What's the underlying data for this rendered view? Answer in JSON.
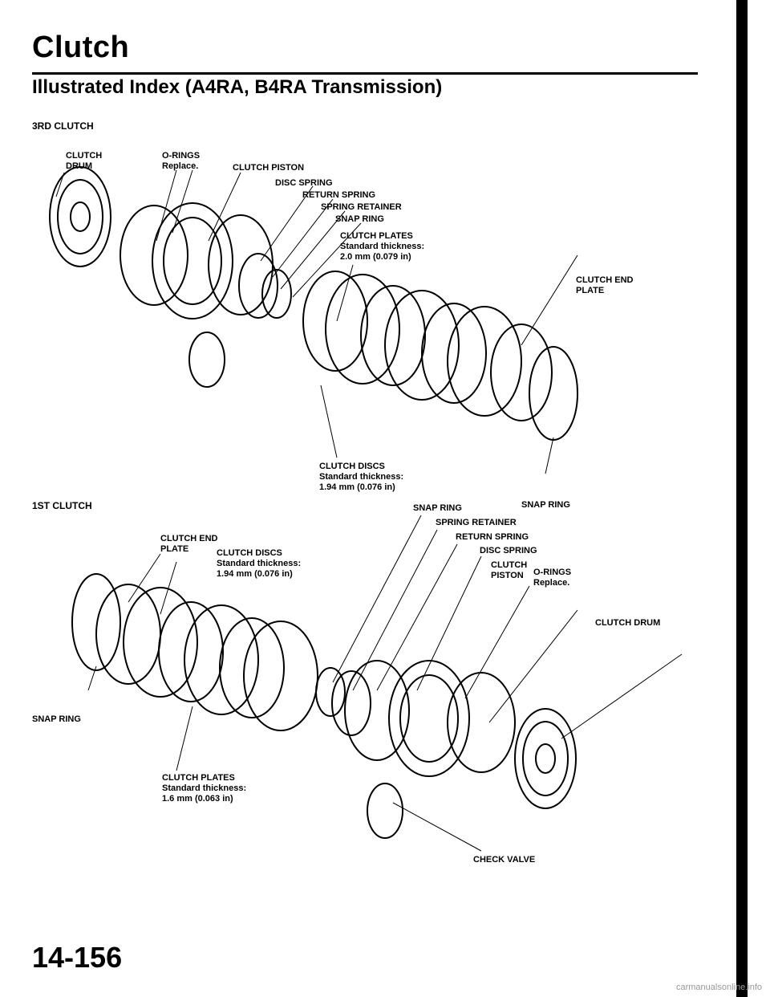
{
  "header": {
    "title": "Clutch",
    "section": "Illustrated Index (A4RA, B4RA Transmission)"
  },
  "third_clutch": {
    "group": "3RD CLUTCH",
    "clutch_drum": "CLUTCH\nDRUM",
    "o_rings": "O-RINGS",
    "o_rings_note": "Replace.",
    "clutch_piston": "CLUTCH PISTON",
    "disc_spring": "DISC SPRING",
    "return_spring": "RETURN SPRING",
    "spring_retainer": "SPRING RETAINER",
    "snap_ring_top": "SNAP RING",
    "clutch_plates": "CLUTCH PLATES",
    "clutch_plates_note": "Standard thickness:\n2.0 mm (0.079 in)",
    "clutch_end_plate": "CLUTCH END\nPLATE",
    "clutch_discs": "CLUTCH DISCS",
    "clutch_discs_note": "Standard thickness:\n1.94 mm (0.076 in)",
    "snap_ring_bottom": "SNAP RING"
  },
  "first_clutch": {
    "group": "1ST CLUTCH",
    "clutch_end_plate": "CLUTCH END\nPLATE",
    "clutch_discs": "CLUTCH DISCS",
    "clutch_discs_note": "Standard thickness:\n1.94 mm (0.076 in)",
    "snap_ring_left": "SNAP RING",
    "clutch_plates": "CLUTCH PLATES",
    "clutch_plates_note": "Standard thickness:\n1.6 mm (0.063 in)",
    "snap_ring": "SNAP RING",
    "spring_retainer": "SPRING RETAINER",
    "return_spring": "RETURN SPRING",
    "disc_spring": "DISC SPRING",
    "clutch_piston": "CLUTCH\nPISTON",
    "o_rings": "O-RINGS",
    "o_rings_note": "Replace.",
    "clutch_drum": "CLUTCH DRUM",
    "check_valve": "CHECK VALVE"
  },
  "footer": {
    "page_number": "14-156",
    "watermark": "carmanualsonline.info"
  }
}
